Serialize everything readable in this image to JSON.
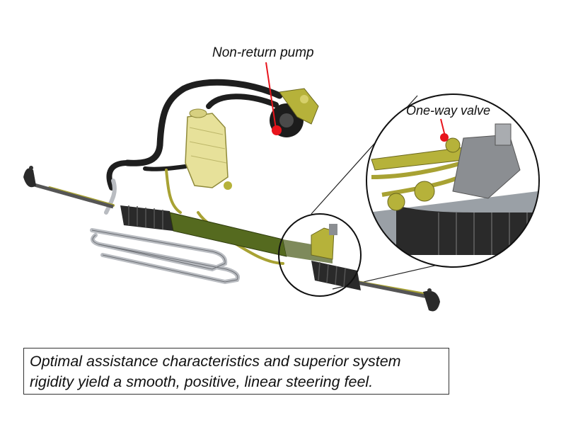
{
  "labels": {
    "pump": "Non-return pump",
    "valve": "One-way valve"
  },
  "caption": {
    "line1": "Optimal assistance characteristics and superior system",
    "line2": "rigidity yield a smooth, positive, linear steering feel."
  },
  "colors": {
    "callout_dot": "#e8141c",
    "hose": "#1e1e1e",
    "metal_pipe": "#b9bcc1",
    "olive_component": "#b6b23a",
    "reservoir": "#e7e19a",
    "rack_boot": "#2a2a2a",
    "rack_body": "#556a1f"
  }
}
